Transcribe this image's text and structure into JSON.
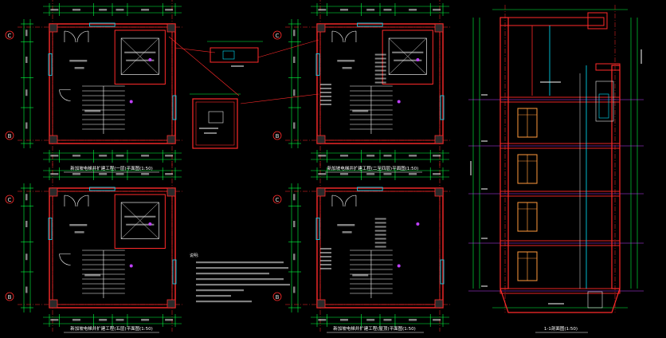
{
  "drawing": {
    "background": "#000000",
    "colors": {
      "wall": "#ff2a2a",
      "dim": "#00ff40",
      "axis": "#ff2a2a",
      "window": "#00e5ff",
      "door": "#ffffff",
      "text": "#e8e8e8",
      "stair": "#ffffff",
      "elevator_door": "#ff9a3c",
      "marker": "#c040ff",
      "title": "#ffffff"
    },
    "axis_labels": {
      "c": "C",
      "b": "B"
    },
    "plans": [
      {
        "title": "新加坡电梯井扩建工程(一层)平面图(1:50)"
      },
      {
        "title": "新加坡电梯井扩建工程(二至四层)平面图(1:50)"
      },
      {
        "title": "新加坡电梯井扩建工程(五层)平面图(1:50)"
      },
      {
        "title": "新加坡电梯井扩建工程(屋顶)平面图(1:50)"
      }
    ],
    "section": {
      "title": "1-1剖面图(1:50)"
    },
    "notes": {
      "heading": "说明:"
    }
  }
}
